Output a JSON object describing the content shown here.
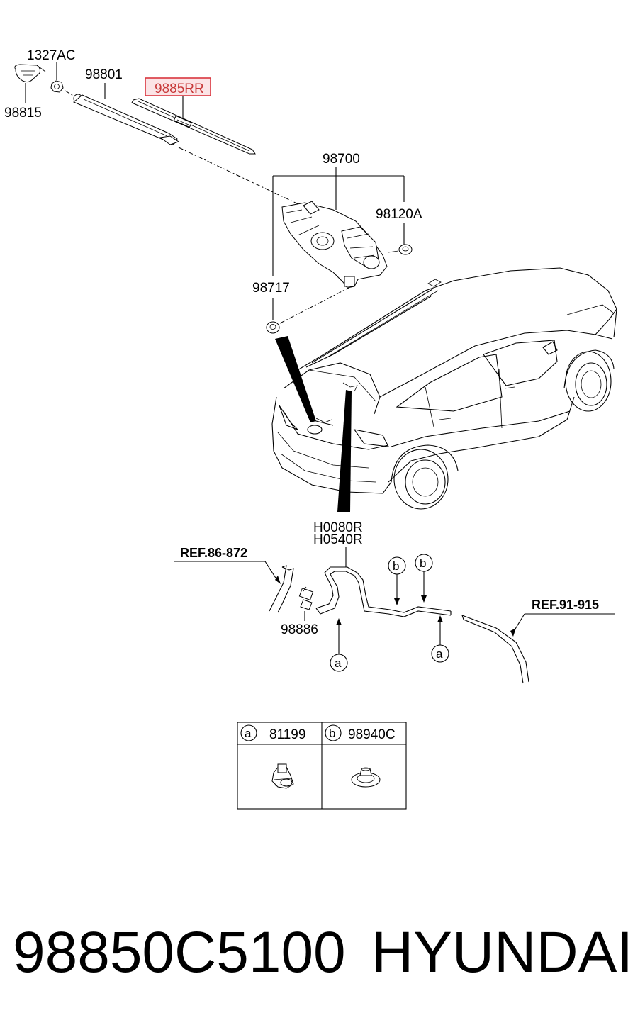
{
  "labels": {
    "nut": "1327AC",
    "cap": "98815",
    "arm": "98801",
    "blade": "9885RR",
    "motor_assy": "98700",
    "screw": "98120A",
    "grommet": "98717",
    "hose": "H0080R",
    "hose2": "H0540R",
    "ref_left": "REF.86-872",
    "ref_right": "REF.91-915",
    "connector": "98886"
  },
  "callouts": {
    "a": "a",
    "b": "b"
  },
  "legend_table": {
    "cols": [
      {
        "marker": "a",
        "part": "81199"
      },
      {
        "marker": "b",
        "part": "98940C"
      }
    ]
  },
  "footer": {
    "part_number": "98850C5100",
    "brand": "HYUNDAI"
  },
  "colors": {
    "highlight_border": "#d9363e",
    "highlight_fill": "#fbe4e6"
  }
}
